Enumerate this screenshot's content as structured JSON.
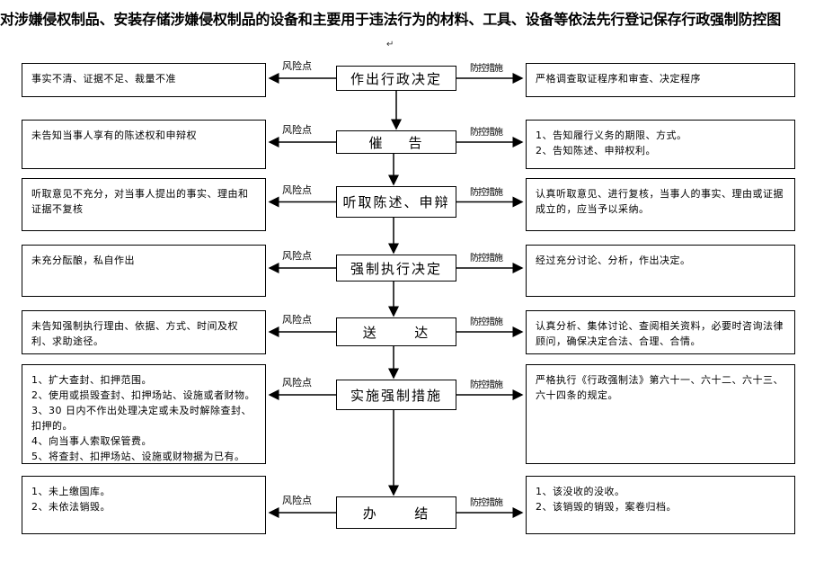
{
  "title": "对涉嫌侵权制品、安装存储涉嫌侵权制品的设备和主要用于违法行为的材料、工具、设备等依法先行登记保存行政强制防控图",
  "para_mark": "↵",
  "labels": {
    "risk": "风险点",
    "control": "防控措施"
  },
  "steps": [
    {
      "name": "作出行政决定",
      "risk": "事实不清、证据不足、裁量不准",
      "control": "严格调查取证程序和审查、决定程序"
    },
    {
      "name": "催    告",
      "risk": "未告知当事人享有的陈述权和申辩权",
      "control": "1、告知履行义务的期限、方式。\n2、告知陈述、申辩权利。"
    },
    {
      "name": "听取陈述、申辩",
      "risk": "听取意见不充分，对当事人提出的事实、理由和证据不复核",
      "control": "认真听取意见、进行复核，当事人的事实、理由或证据成立的，应当予以采纳。"
    },
    {
      "name": "强制执行决定",
      "risk": "未充分酝酿，私自作出",
      "control": "经过充分讨论、分析，作出决定。"
    },
    {
      "name": "送      达",
      "risk": "未告知强制执行理由、依据、方式、时间及权利、求助途径。",
      "control": "认真分析、集体讨论、查阅相关资料，必要时咨询法律顾问，确保决定合法、合理、合情。"
    },
    {
      "name": "实施强制措施",
      "risk": "1、扩大查封、扣押范围。\n2、使用或损毁查封、扣押场站、设施或者财物。\n3、30 日内不作出处理决定或未及时解除查封、扣押的。\n4、向当事人索取保管费。\n5、将查封、扣押场站、设施或财物据为已有。",
      "control": "严格执行《行政强制法》第六十一、六十二、六十三、六十四条的规定。"
    },
    {
      "name": "办      结",
      "risk": "1、未上缴国库。\n2、未依法销毁。",
      "control": "1、该没收的没收。\n2、该销毁的销毁，案卷归档。"
    }
  ]
}
